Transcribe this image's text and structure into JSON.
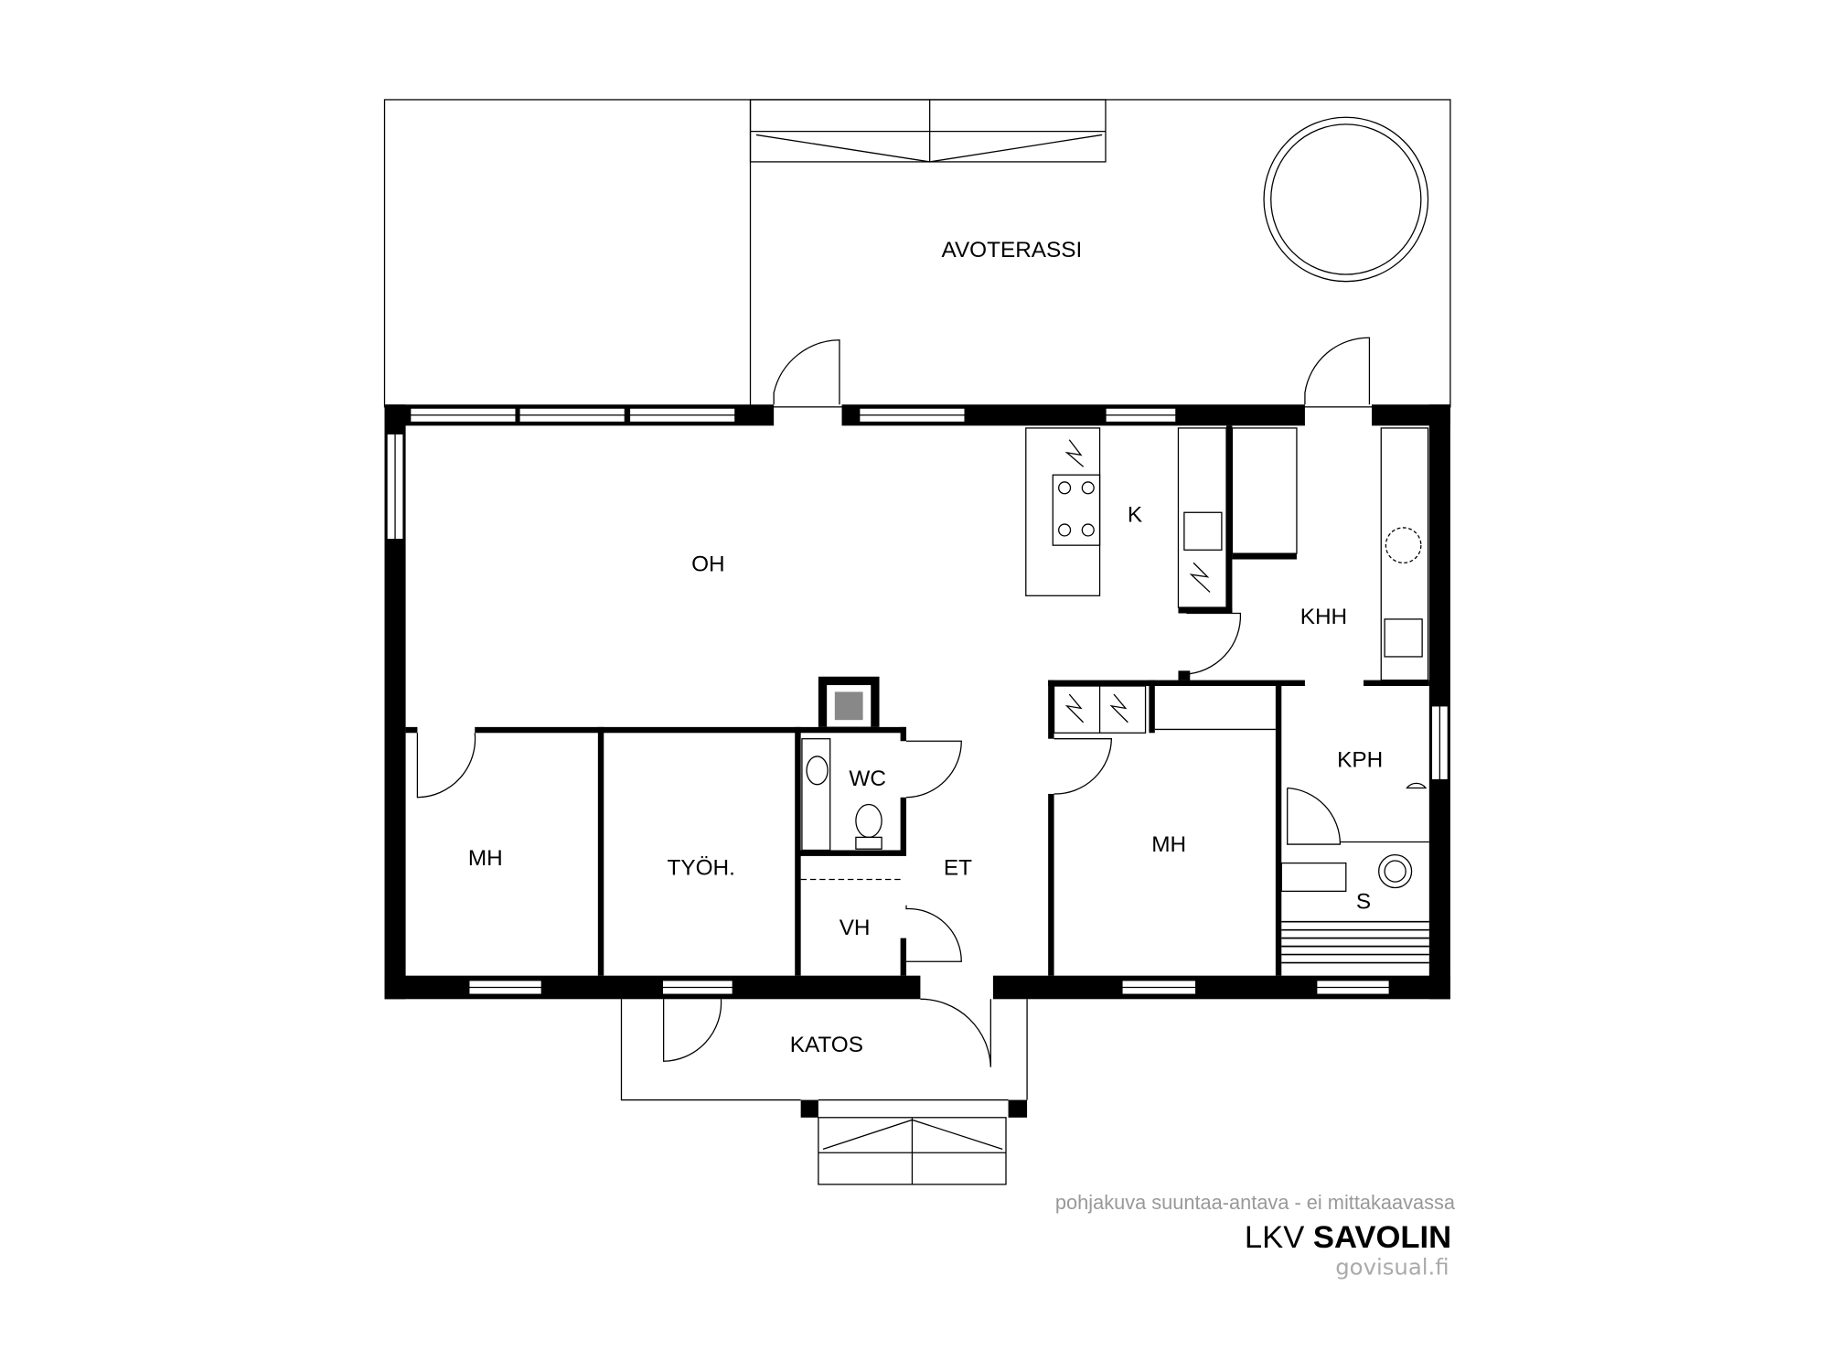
{
  "rooms": {
    "terrace": "AVOTERASSI",
    "living": "OH",
    "kitchen": "K",
    "utility": "KHH",
    "bathroom": "KPH",
    "bedroom_left": "MH",
    "study": "TYÖH.",
    "wc": "WC",
    "hall": "ET",
    "closet": "VH",
    "bedroom_right": "MH",
    "sauna": "S",
    "porch": "KATOS"
  },
  "footer": {
    "disclaimer": "pohjakuva suuntaa-antava - ei mittakaavassa",
    "brand_prefix": "LKV",
    "brand_name": "SAVOLIN",
    "credit": "govisual.fi"
  }
}
